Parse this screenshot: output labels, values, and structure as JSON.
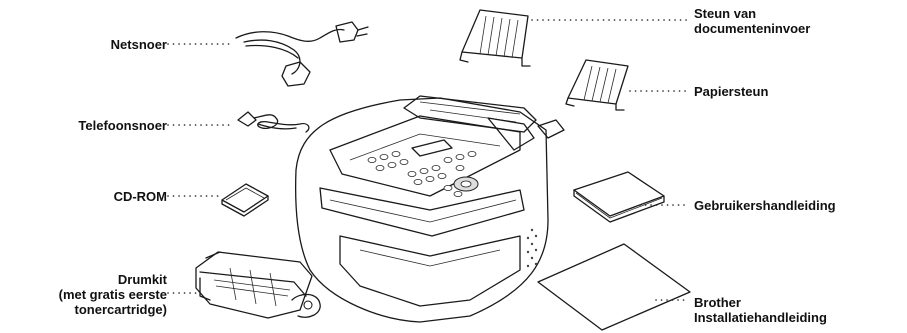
{
  "labels": {
    "netsnoer": "Netsnoer",
    "telefoonsnoer": "Telefoonsnoer",
    "cdrom": "CD-ROM",
    "drumkit": [
      "Drumkit",
      "(met gratis eerste",
      "tonercartridge)"
    ],
    "steun": [
      "Steun van",
      "documenteninvoer"
    ],
    "papiersteun": "Papiersteun",
    "gebruikershandleiding": "Gebruikershandleiding",
    "brother": [
      "Brother",
      "Installatiehandleiding"
    ]
  }
}
